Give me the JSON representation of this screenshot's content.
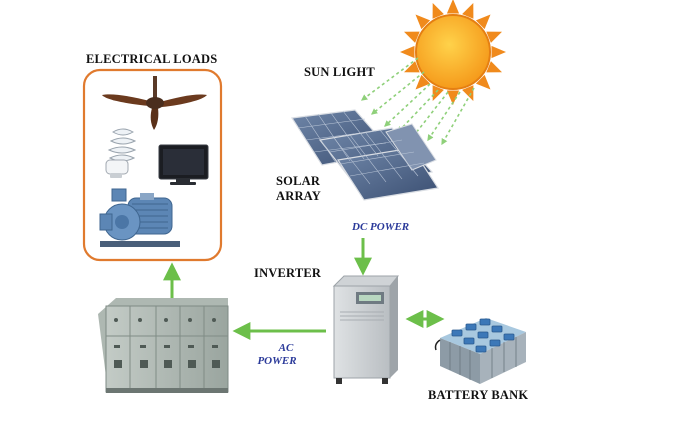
{
  "labels": {
    "electrical_loads": "ELECTRICAL LOADS",
    "sun_light": "SUN LIGHT",
    "solar_array_line1": "SOLAR",
    "solar_array_line2": "ARRAY",
    "dc_power": "DC POWER",
    "inverter": "INVERTER",
    "ac_power_line1": "AC",
    "ac_power_line2": "POWER",
    "battery_bank": "BATTERY BANK"
  },
  "components": {
    "sun": "sun-icon",
    "solar_array": "solar-panel-icon",
    "inverter": "inverter-cabinet-icon",
    "battery_bank": "battery-bank-icon",
    "distribution_panel": "switchgear-panel-icon",
    "loads": [
      "ceiling-fan-icon",
      "cfl-bulb-icon",
      "television-icon",
      "water-pump-icon"
    ]
  },
  "colors": {
    "arrow_green": "#6cbf4a",
    "loads_border": "#e07a2e",
    "sun_orange": "#f5a623",
    "sun_ray": "#f08a1c",
    "label_blue": "#2b3a9a",
    "ray_green": "#8fd07a"
  }
}
